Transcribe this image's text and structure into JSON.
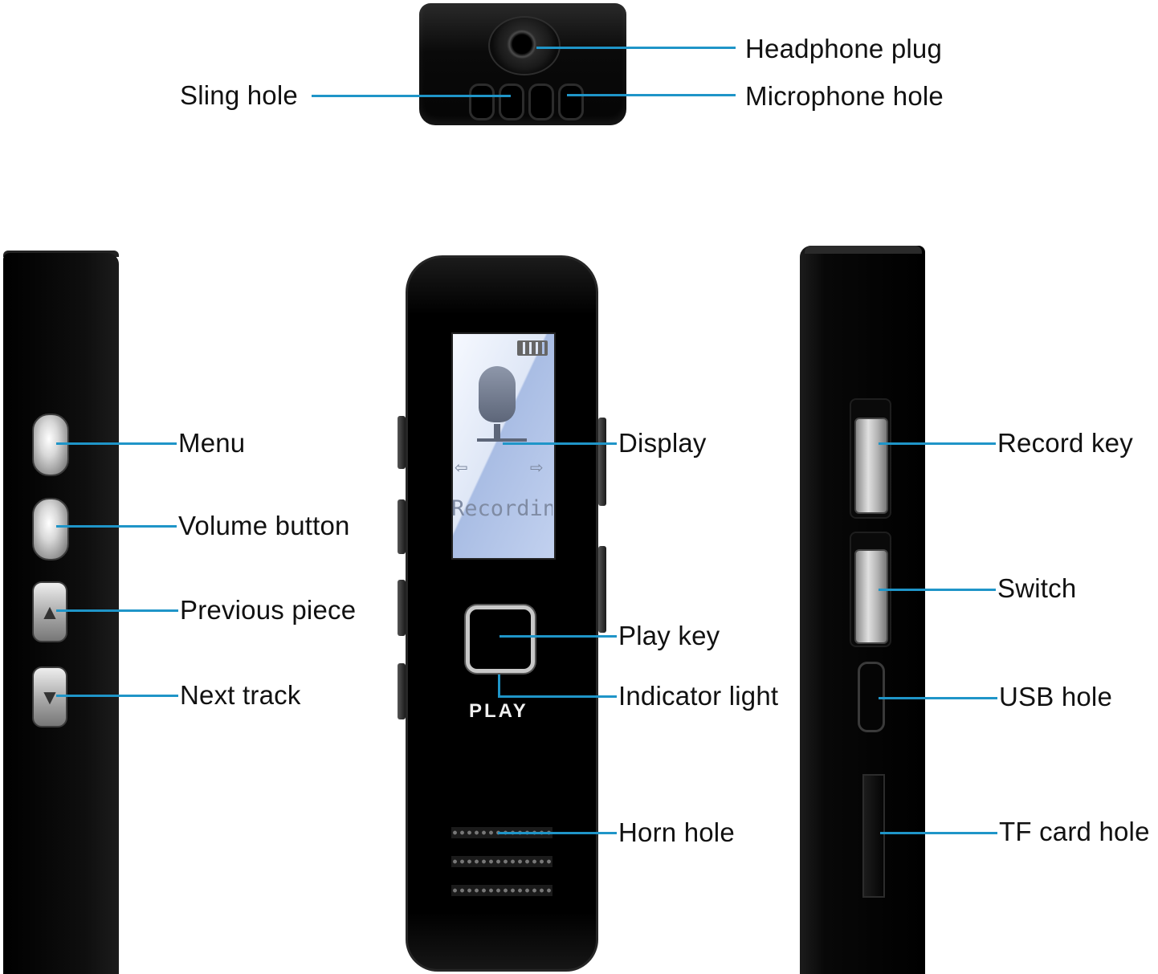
{
  "top_view": {
    "headphone_plug": "Headphone plug",
    "microphone_hole": "Microphone hole",
    "sling_hole": "Sling hole"
  },
  "left_view": {
    "menu": "Menu",
    "volume_button": "Volume button",
    "previous_piece": "Previous piece",
    "next_track": "Next track"
  },
  "front_view": {
    "display": "Display",
    "play_key": "Play key",
    "indicator_light": "Indicator light",
    "horn_hole": "Horn hole",
    "screen_text": "Recordin",
    "button_text": "PLAY"
  },
  "right_view": {
    "record_key": "Record key",
    "switch": "Switch",
    "usb_hole": "USB hole",
    "tf_card_hole": "TF card hole"
  },
  "colors": {
    "leader_line": "#1f95c8",
    "device_body": "#000000",
    "label_text": "#111111"
  }
}
